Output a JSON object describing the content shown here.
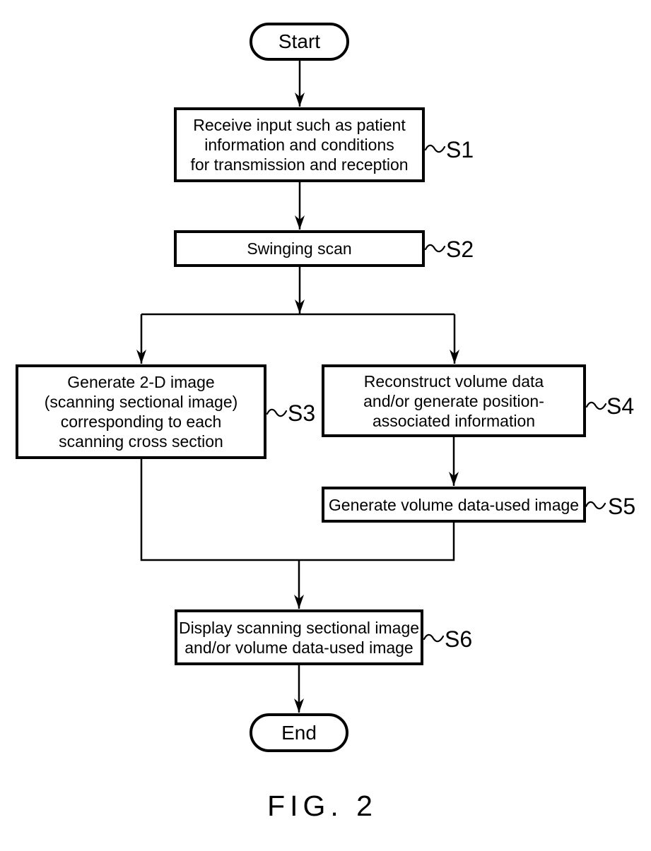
{
  "figure_caption": "FIG. 2",
  "colors": {
    "ink": "#000000",
    "background": "#ffffff"
  },
  "flowchart": {
    "start": {
      "label": "Start"
    },
    "end": {
      "label": "End"
    },
    "steps": [
      {
        "id": "S1",
        "lines": [
          "Receive input such as patient",
          "information and conditions",
          "for transmission and reception"
        ]
      },
      {
        "id": "S2",
        "lines": [
          "Swinging scan"
        ]
      },
      {
        "id": "S3",
        "lines": [
          "Generate 2-D image",
          "(scanning sectional image)",
          "corresponding to each",
          "scanning cross section"
        ]
      },
      {
        "id": "S4",
        "lines": [
          "Reconstruct volume data",
          "and/or generate position-",
          "associated information"
        ]
      },
      {
        "id": "S5",
        "lines": [
          "Generate volume data-used image"
        ]
      },
      {
        "id": "S6",
        "lines": [
          "Display scanning sectional image",
          "and/or volume data-used image"
        ]
      }
    ]
  }
}
